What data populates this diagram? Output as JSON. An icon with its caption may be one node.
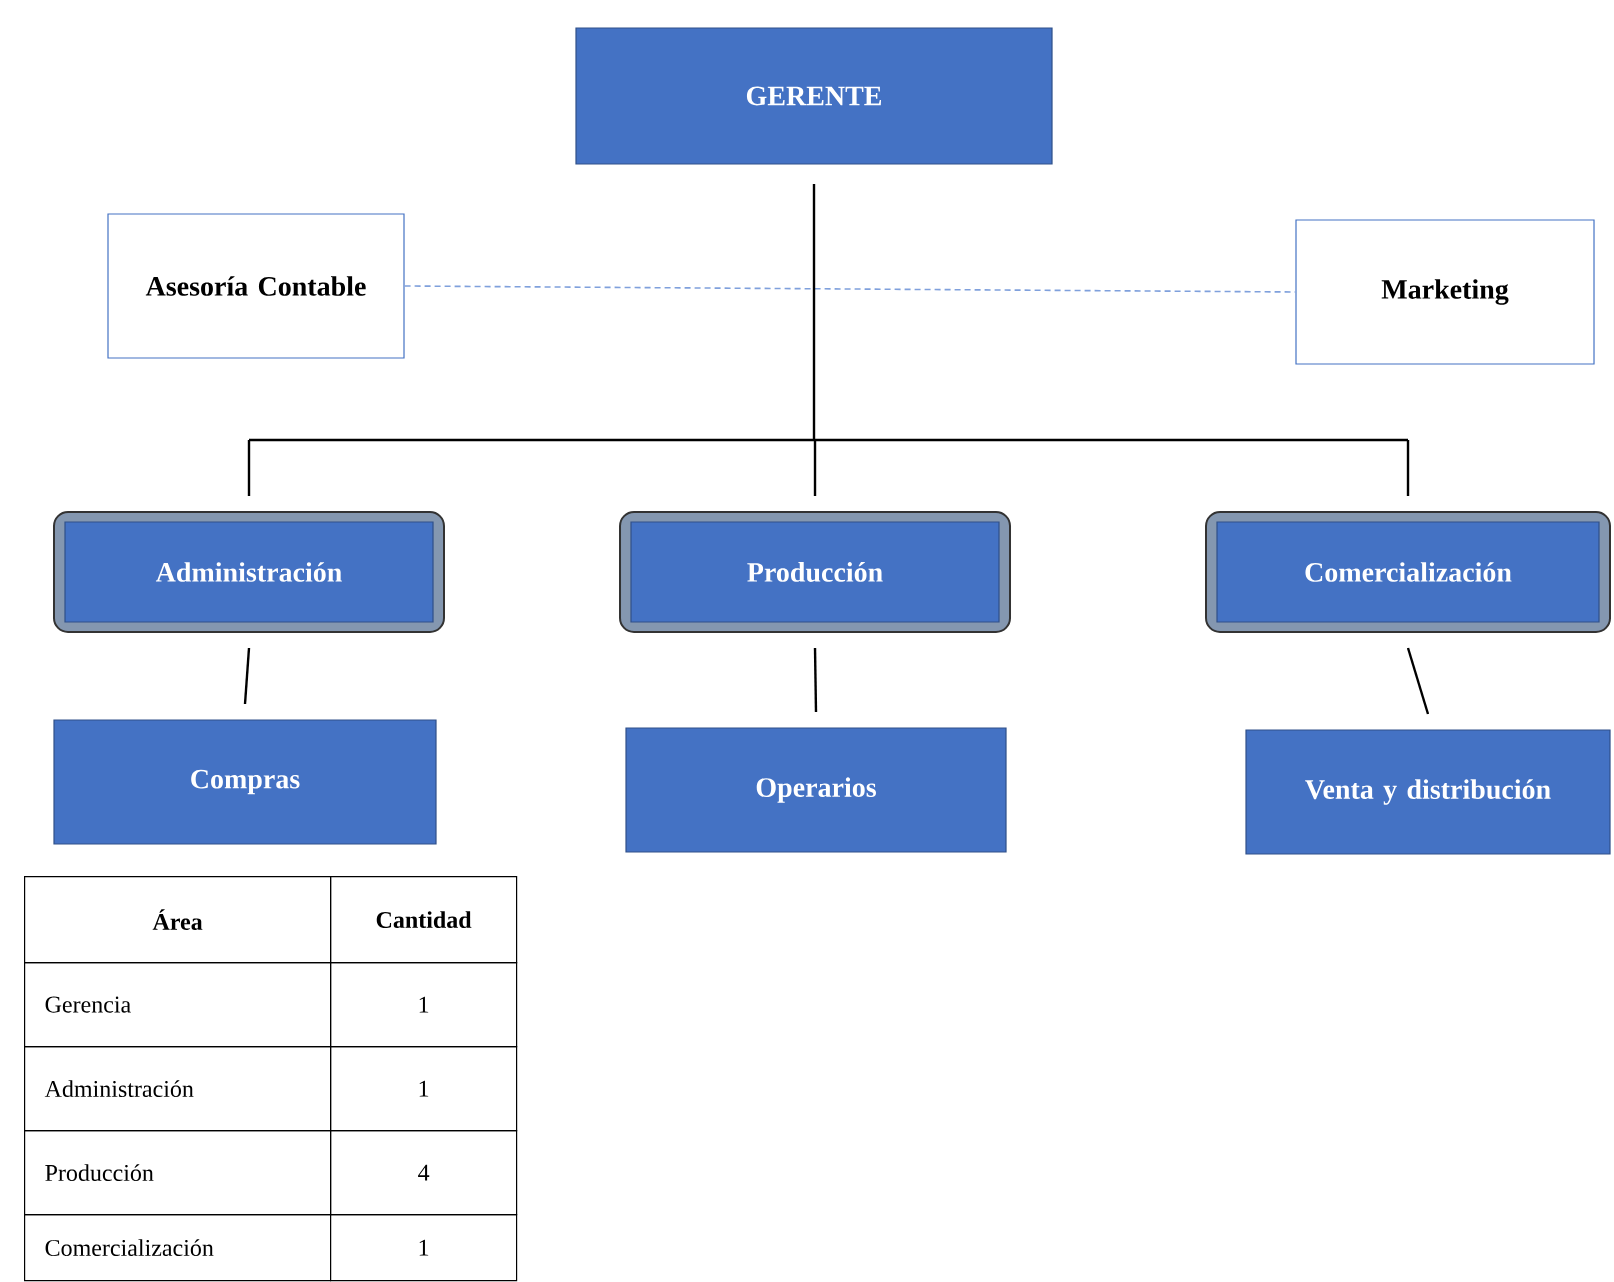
{
  "diagram": {
    "nodes": [
      {
        "text": [
          "GERENTE"
        ]
      },
      {
        "text": [
          "Asesoría Contable"
        ]
      },
      {
        "text": [
          "Marketing"
        ]
      },
      {
        "text": [
          "Administración"
        ]
      },
      {
        "text": [
          "Producción"
        ]
      },
      {
        "text": [
          "Comercialización"
        ]
      },
      {
        "text": [
          "Compras"
        ]
      },
      {
        "text": [
          "Operarios"
        ]
      },
      {
        "text": [
          "Venta y distribución"
        ]
      }
    ],
    "edges": [
      {
        "from": 0,
        "to": 3,
        "arrow": "none"
      },
      {
        "from": 0,
        "to": 4,
        "arrow": "none"
      },
      {
        "from": 0,
        "to": 5,
        "arrow": "none"
      },
      {
        "from": 1,
        "to": 2,
        "arrow": "none",
        "style": "dashed",
        "color": "#7fa0dc"
      },
      {
        "from": 3,
        "to": 6,
        "arrow": "none"
      },
      {
        "from": 4,
        "to": 7,
        "arrow": "none"
      },
      {
        "from": 5,
        "to": 8,
        "arrow": "none"
      }
    ],
    "labels": [
      "Área",
      "Cantidad",
      "Gerencia",
      "1",
      "Administración",
      "1",
      "Producción",
      "4",
      "Comercialización",
      "1"
    ]
  }
}
